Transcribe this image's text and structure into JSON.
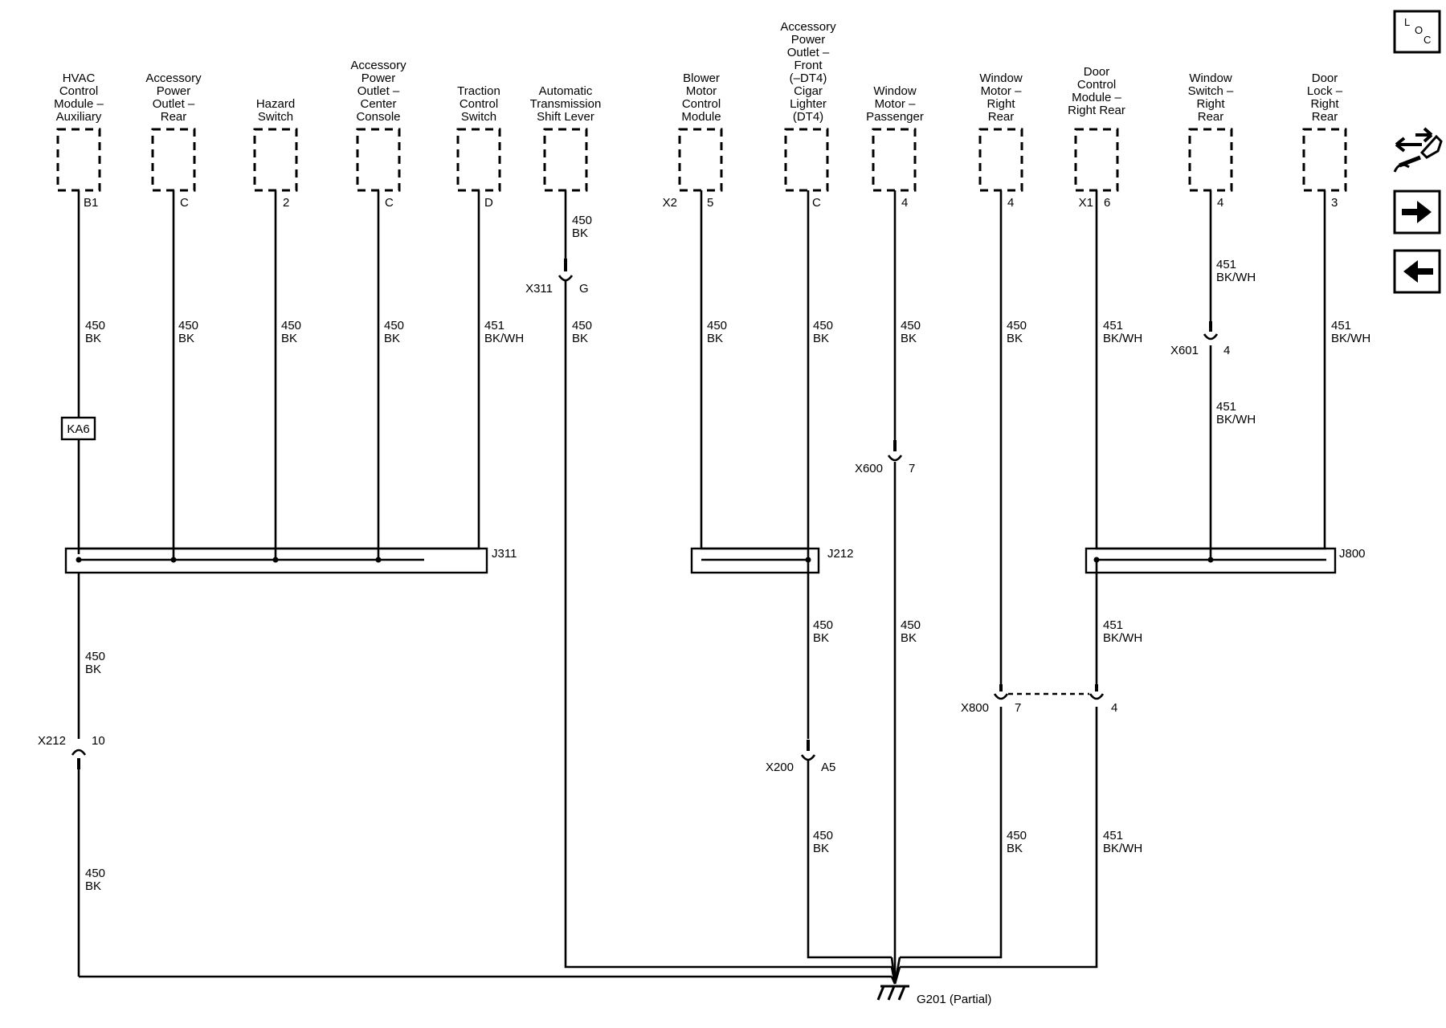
{
  "components": [
    {
      "name": [
        "HVAC",
        "Control",
        "Module –",
        "Auxiliary"
      ],
      "pin": "B1"
    },
    {
      "name": [
        "Accessory",
        "Power",
        "Outlet –",
        "Rear"
      ],
      "pin": "C"
    },
    {
      "name": [
        "Hazard",
        "Switch"
      ],
      "pin": "2"
    },
    {
      "name": [
        "Accessory",
        "Power",
        "Outlet –",
        "Center",
        "Console"
      ],
      "pin": "C"
    },
    {
      "name": [
        "Traction",
        "Control",
        "Switch"
      ],
      "pin": "D"
    },
    {
      "name": [
        "Automatic",
        "Transmission",
        "Shift Lever"
      ],
      "pin": ""
    },
    {
      "name": [
        "Blower",
        "Motor",
        "Control",
        "Module"
      ],
      "pin": "5",
      "connector": "X2"
    },
    {
      "name": [
        "Accessory",
        "Power",
        "Outlet –",
        "Front",
        "(–DT4)",
        "Cigar",
        "Lighter",
        "(DT4)"
      ],
      "pin": "C"
    },
    {
      "name": [
        "Window",
        "Motor –",
        "Passenger"
      ],
      "pin": "4"
    },
    {
      "name": [
        "Window",
        "Motor –",
        "Right",
        "Rear"
      ],
      "pin": "4"
    },
    {
      "name": [
        "Door",
        "Control",
        "Module –",
        "Right Rear"
      ],
      "pin": "6",
      "connector": "X1"
    },
    {
      "name": [
        "Window",
        "Switch –",
        "Right",
        "Rear"
      ],
      "pin": "4"
    },
    {
      "name": [
        "Door",
        "Lock –",
        "Right",
        "Rear"
      ],
      "pin": "3"
    }
  ],
  "wire_labels": [
    {
      "circuit": "450",
      "color": "BK"
    },
    {
      "circuit": "451",
      "color": "BK/WH"
    }
  ],
  "inline_connectors": [
    {
      "id": "X311",
      "pin": "G"
    },
    {
      "id": "X212",
      "pin": "10"
    },
    {
      "id": "X600",
      "pin": "7"
    },
    {
      "id": "X601",
      "pin": "4"
    },
    {
      "id": "X200",
      "pin": "A5"
    },
    {
      "id": "X800",
      "pin": "7"
    },
    {
      "id": "X800b",
      "pin": "4"
    }
  ],
  "splice_packs": [
    "J311",
    "J212",
    "J800"
  ],
  "device_label": "KA6",
  "ground": "G201 (Partial)",
  "icons": {
    "loc": [
      "L",
      "O",
      "C"
    ],
    "tool": "wrench-arrows-icon",
    "next": "arrow-right-icon",
    "prev": "arrow-left-icon"
  }
}
